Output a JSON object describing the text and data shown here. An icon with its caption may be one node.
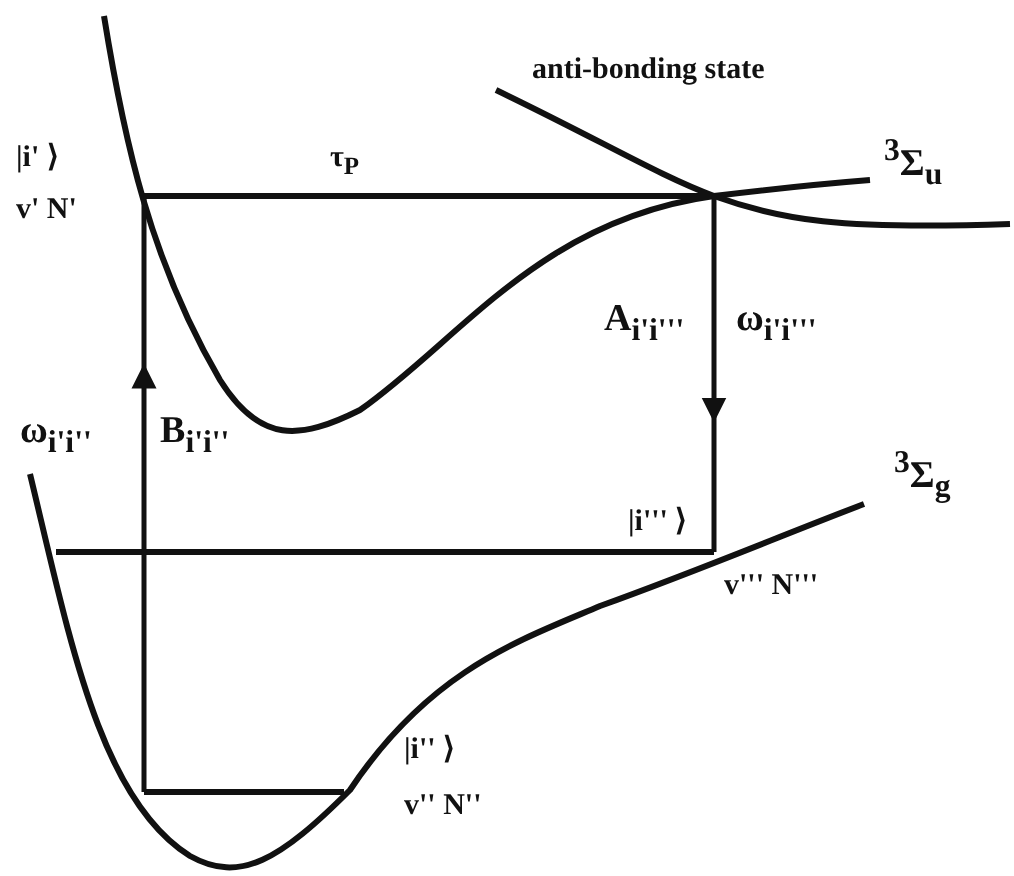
{
  "diagram": {
    "labels": [
      "anti-bonding state",
      "|i' ⟩",
      "τ$_{P}$",
      "$^{3}$Σ$_{u}$",
      "v' N'",
      "A$_{i'i'''}$",
      "ω$_{i'i'''}$",
      "ω$_{i'i''}$",
      "B$_{i'i''}$",
      "$^{3}$Σ$_{g}$",
      "|i''' ⟩",
      "v''' N'''",
      "|i'' ⟩",
      "v'' N''"
    ]
  }
}
